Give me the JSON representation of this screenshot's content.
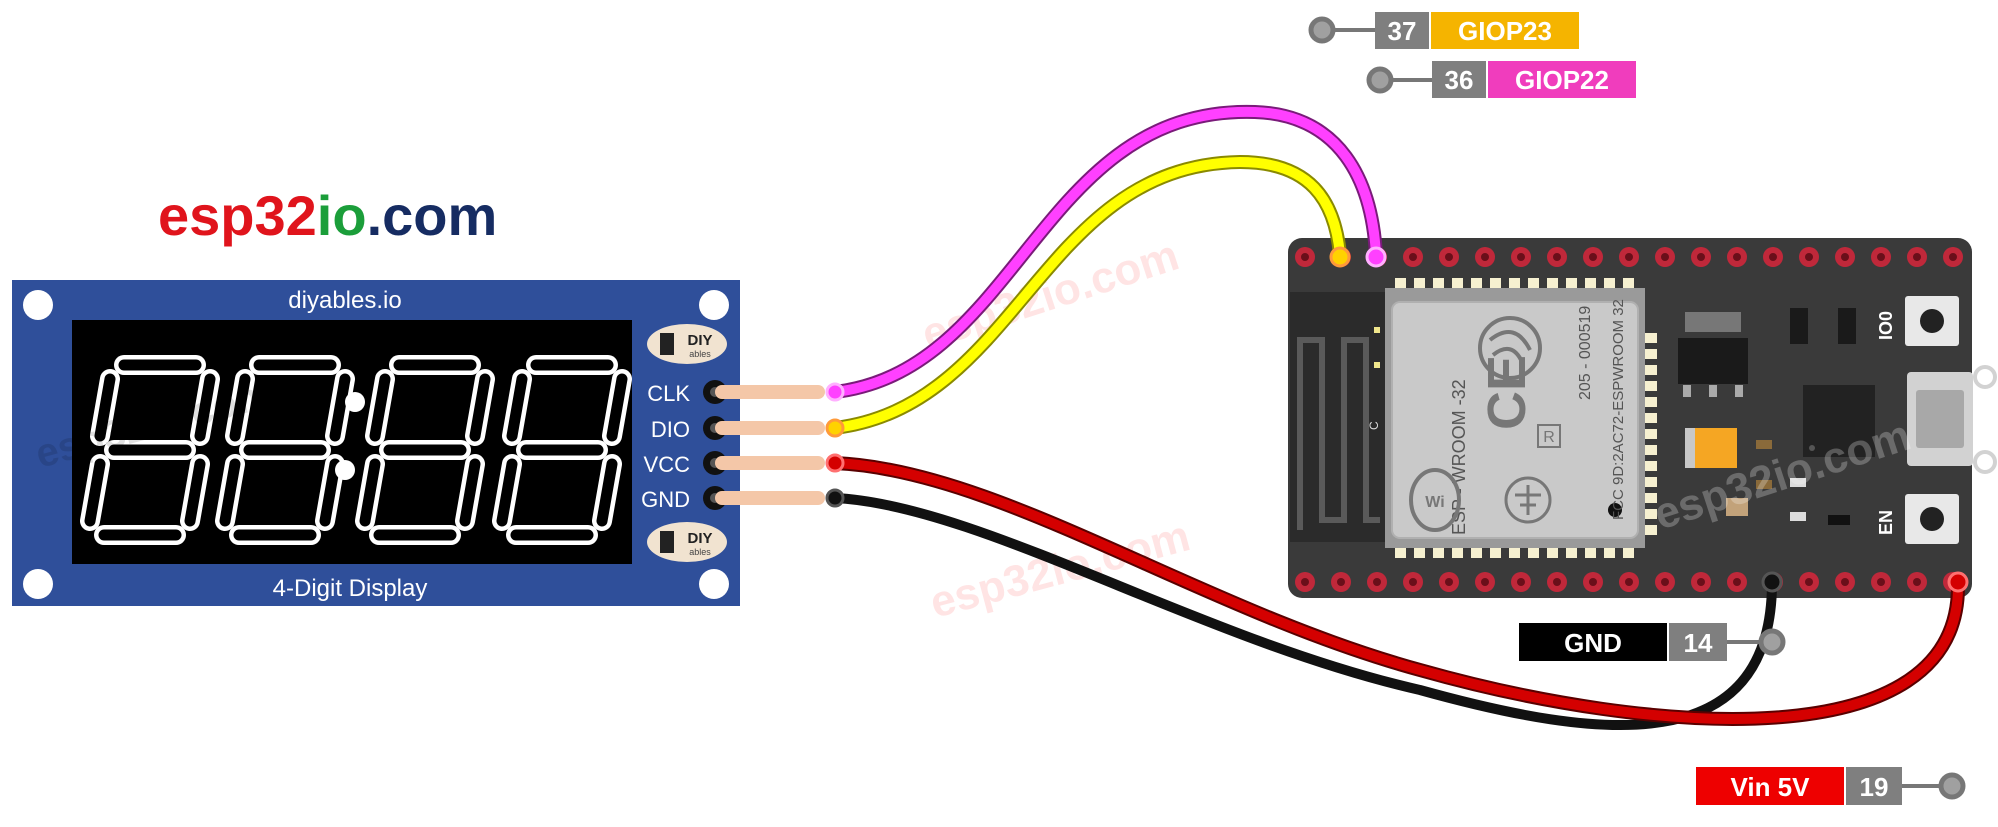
{
  "brand": {
    "part1": "esp32",
    "part2": "io",
    "part3": ".com",
    "color_red": "#e0141c",
    "color_green": "#1b9e3a",
    "color_navy": "#162c62",
    "watermark": "esp32io.com"
  },
  "display_module": {
    "top_label": "diyables.io",
    "bottom_label": "4-Digit Display",
    "digits": "88:88",
    "logo_text_top": "DIY",
    "logo_text_bottom": "ables",
    "pins": [
      {
        "label": "CLK",
        "wire_color": "#ff40ff"
      },
      {
        "label": "DIO",
        "wire_color": "#ffff00"
      },
      {
        "label": "VCC",
        "wire_color": "#d40000"
      },
      {
        "label": "GND",
        "wire_color": "#111111"
      }
    ],
    "board_color": "#2f4f9a"
  },
  "esp32": {
    "module_name": "ESP - WROOM -32",
    "fcc_text": "FCC 9D:2AC72-ESPWROOM 32",
    "cert_text": "205 - 000519",
    "button_labels": {
      "top": "IO0",
      "bottom": "EN"
    }
  },
  "pin_labels": [
    {
      "num": "37",
      "name": "GIOP23",
      "name_bg": "#f5b400"
    },
    {
      "num": "36",
      "name": "GIOP22",
      "name_bg": "#f03dbd"
    },
    {
      "num": "14",
      "name": "GND",
      "name_bg": "#000000"
    },
    {
      "num": "19",
      "name": "Vin 5V",
      "name_bg": "#ee0000"
    }
  ]
}
